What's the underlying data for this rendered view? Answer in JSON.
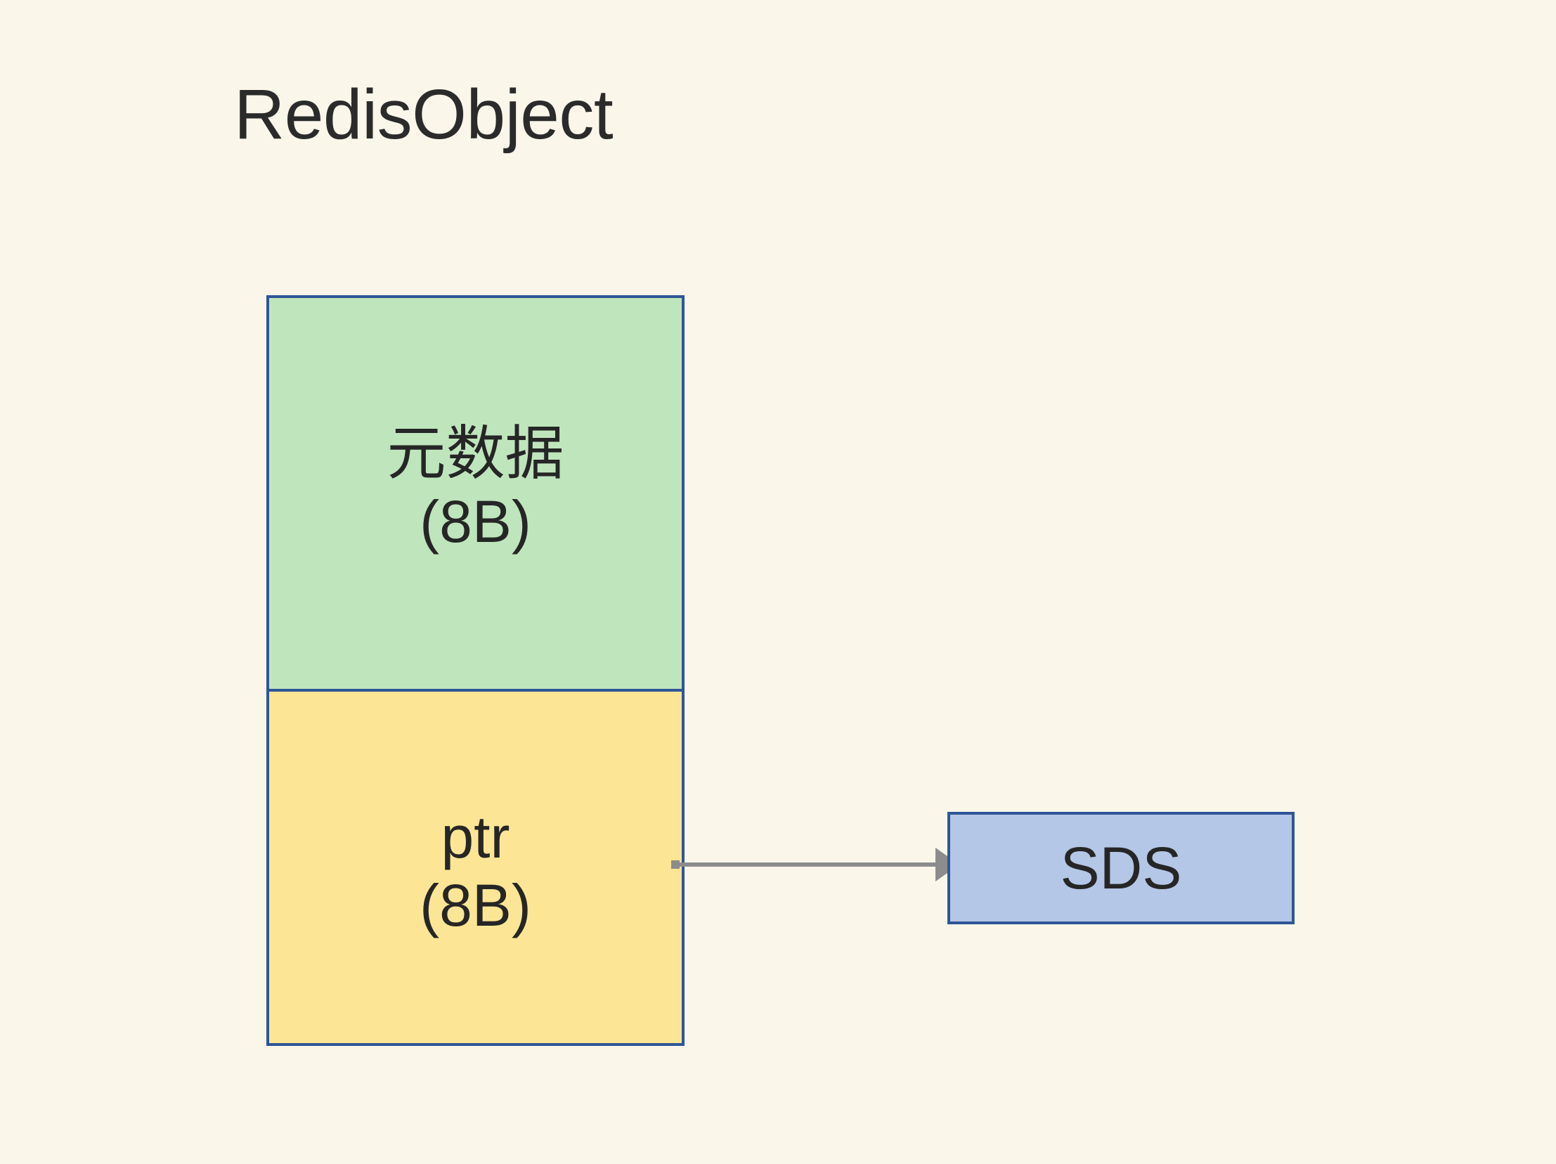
{
  "page": {
    "background_color": "#faf7ea",
    "text_color": "#262626"
  },
  "title": {
    "text": "RedisObject"
  },
  "struct": {
    "name": "RedisObject",
    "border_color": "#2f5597",
    "cells": [
      {
        "id": "metadata",
        "label": "元数据\n(8B)",
        "field_name": "元数据",
        "size": "8B",
        "fill_color": "#bfe5bc"
      },
      {
        "id": "ptr",
        "label": "ptr\n(8B)",
        "field_name": "ptr",
        "size": "8B",
        "fill_color": "#fce695"
      }
    ]
  },
  "target": {
    "id": "sds",
    "label": "SDS",
    "fill_color": "#b5c7e7",
    "border_color": "#2f5597"
  },
  "connector": {
    "from": "ptr",
    "to": "sds",
    "color": "#8c8c8c",
    "arrowhead": "solid-triangle",
    "direction": "right"
  }
}
